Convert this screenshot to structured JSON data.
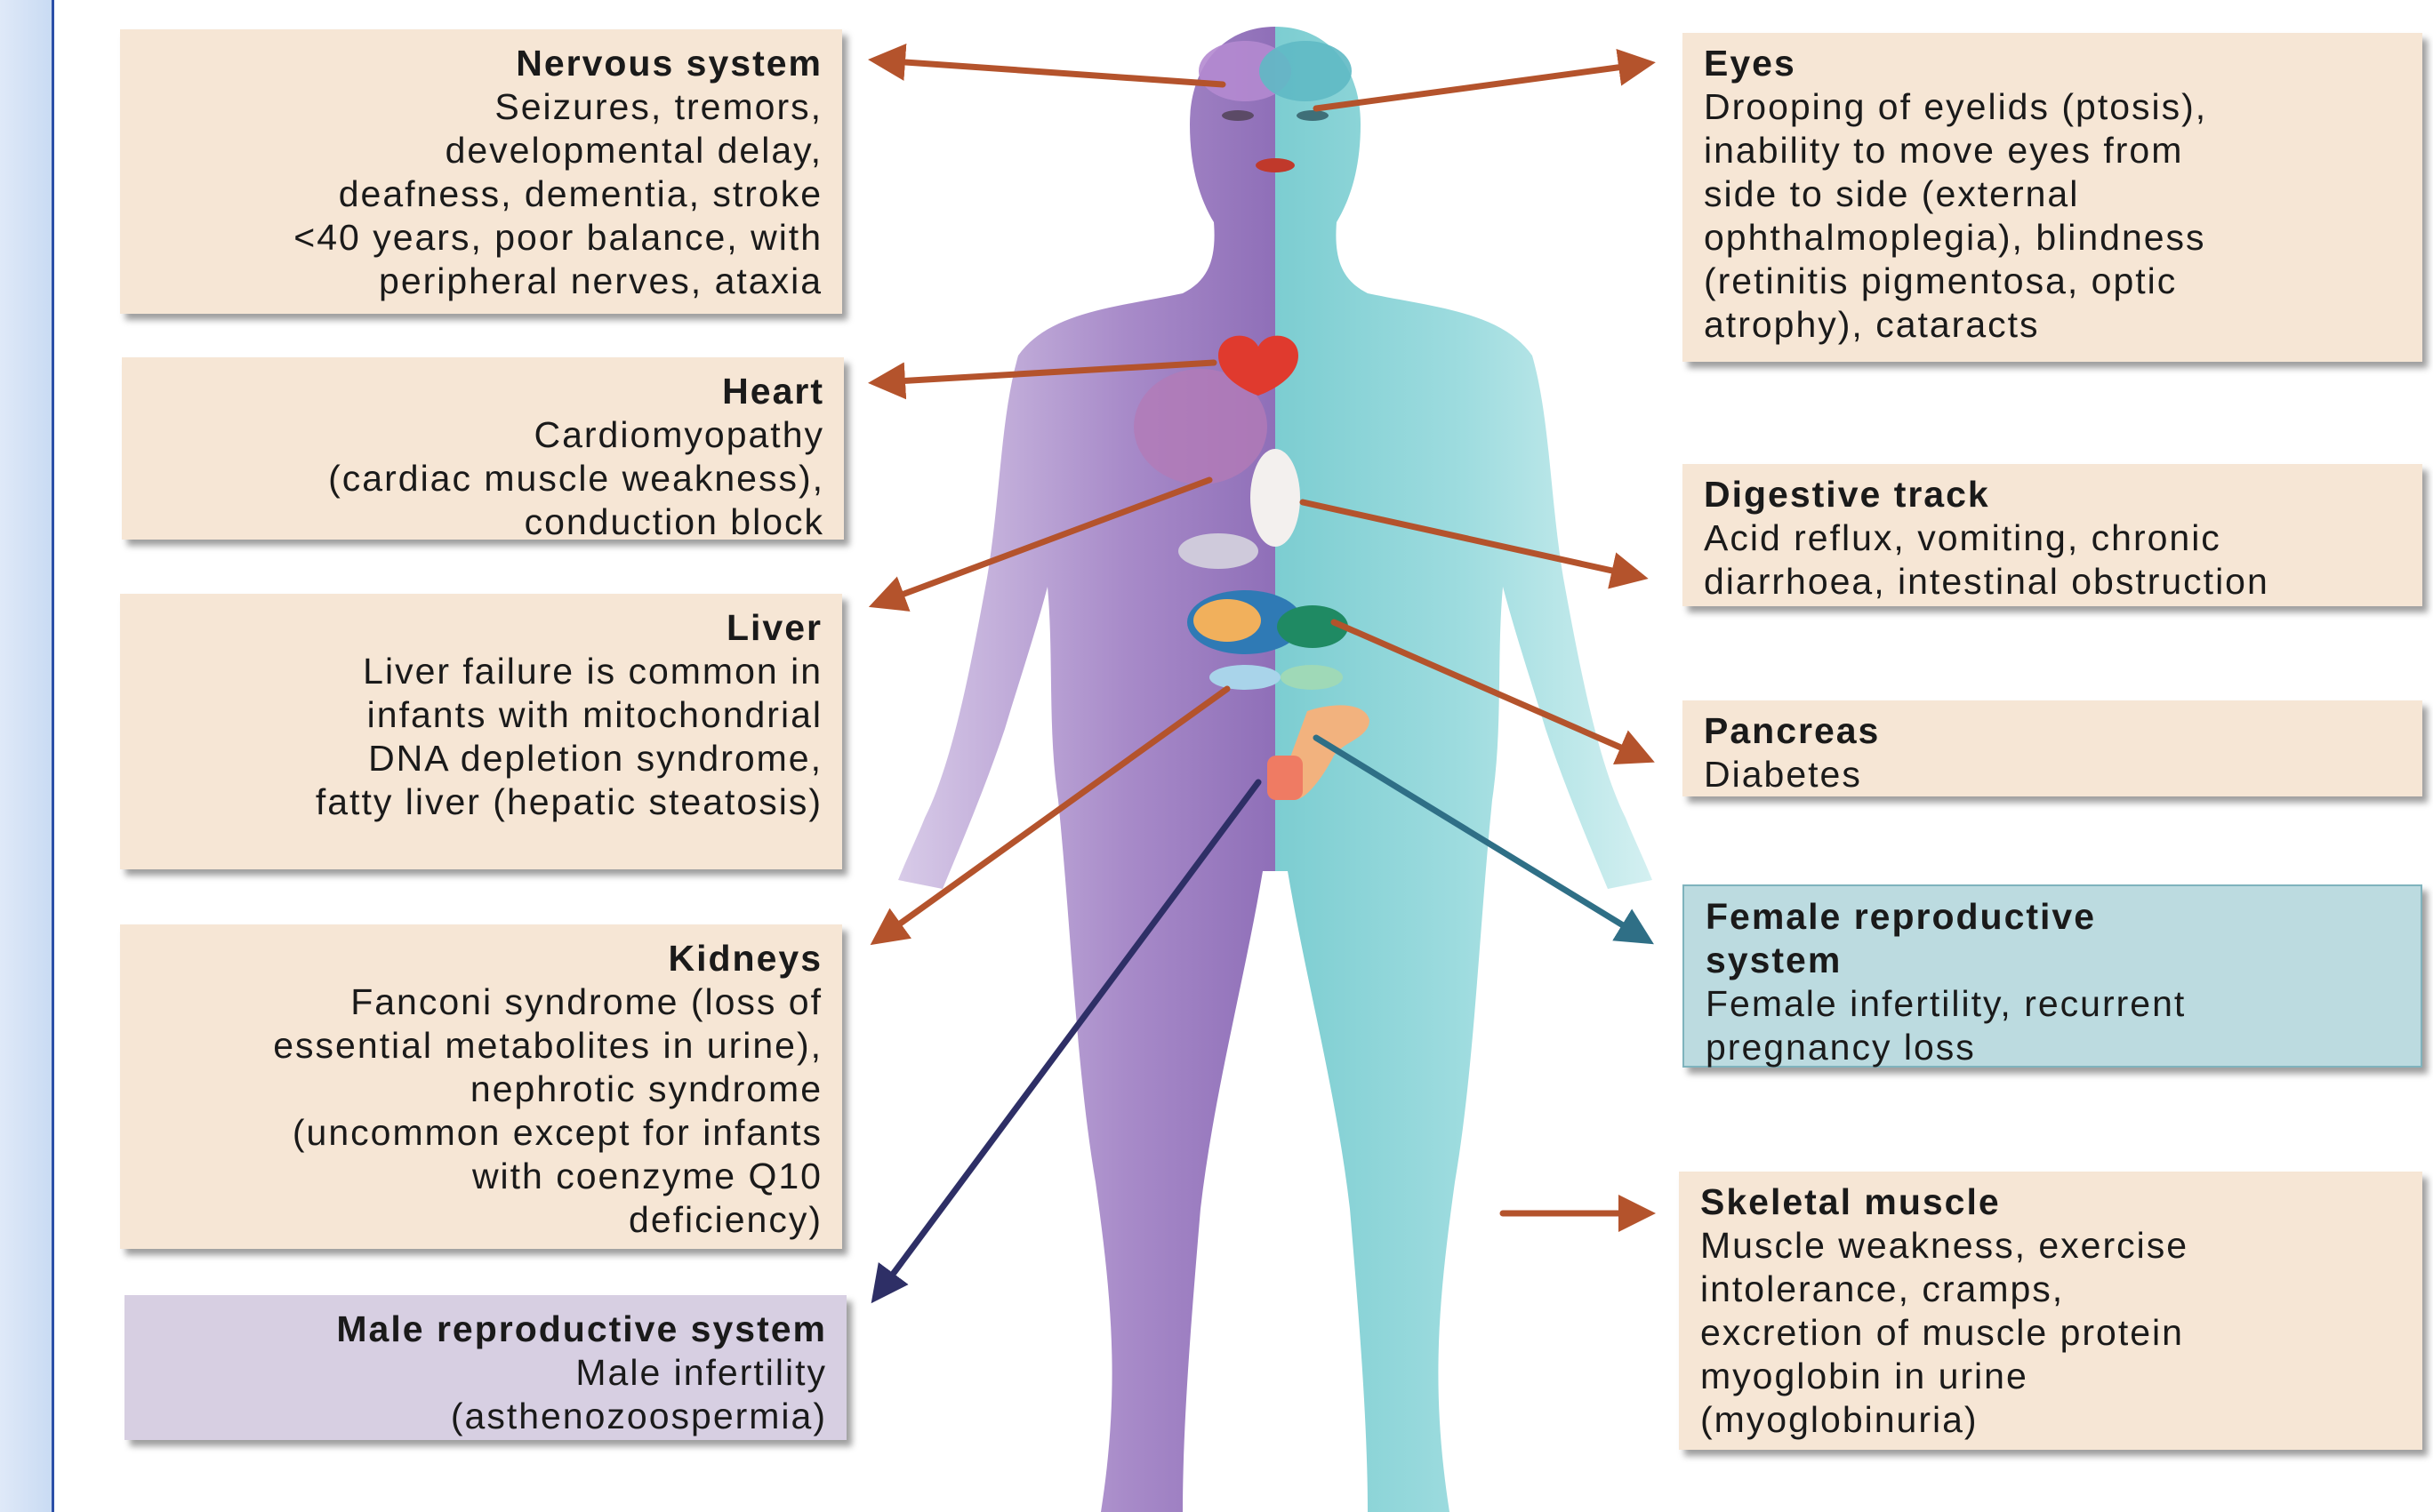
{
  "boxes": {
    "nervous": {
      "title": "Nervous system",
      "desc": "Seizures, tremors,\ndevelopmental delay,\ndeafness, dementia, stroke\n<40 years, poor balance, with\nperipheral nerves, ataxia"
    },
    "heart": {
      "title": "Heart",
      "desc": "Cardiomyopathy\n(cardiac muscle weakness),\nconduction block"
    },
    "liver": {
      "title": "Liver",
      "desc": "Liver failure is common in\ninfants with mitochondrial\nDNA depletion syndrome,\nfatty liver (hepatic steatosis)"
    },
    "kidneys": {
      "title": "Kidneys",
      "desc": "Fanconi syndrome (loss of\nessential metabolites in urine),\nnephrotic syndrome\n(uncommon except for infants\nwith coenzyme Q10\ndeficiency)"
    },
    "male": {
      "title": "Male reproductive system",
      "desc": "Male infertility\n(asthenozoospermia)"
    },
    "eyes": {
      "title": "Eyes",
      "desc": "Drooping of eyelids (ptosis),\ninability to move eyes from\nside to side (external\nophthalmoplegia), blindness\n(retinitis pigmentosa, optic\natrophy), cataracts"
    },
    "digestive": {
      "title": "Digestive track",
      "desc": "Acid reflux, vomiting, chronic\ndiarrhoea, intestinal obstruction"
    },
    "pancreas": {
      "title": "Pancreas",
      "desc": "Diabetes"
    },
    "female": {
      "title": "Female reproductive\nsystem",
      "desc": "Female infertility, recurrent\npregnancy loss"
    },
    "muscle": {
      "title": "Skeletal muscle",
      "desc": "Muscle weakness, exercise\nintolerance, cramps,\nexcretion of muscle protein\nmyoglobin in urine\n(myoglobinuria)"
    }
  },
  "colors": {
    "box_fill": "#f6e6d5",
    "female_box_fill": "#bcdbe0",
    "male_box_fill": "#d7cfe2",
    "body_left": "#9a7bc0",
    "body_right": "#8fd3d6",
    "arrow_brown": "#b4532c",
    "arrow_teal": "#2f6f86",
    "arrow_navy": "#2e2f66"
  }
}
